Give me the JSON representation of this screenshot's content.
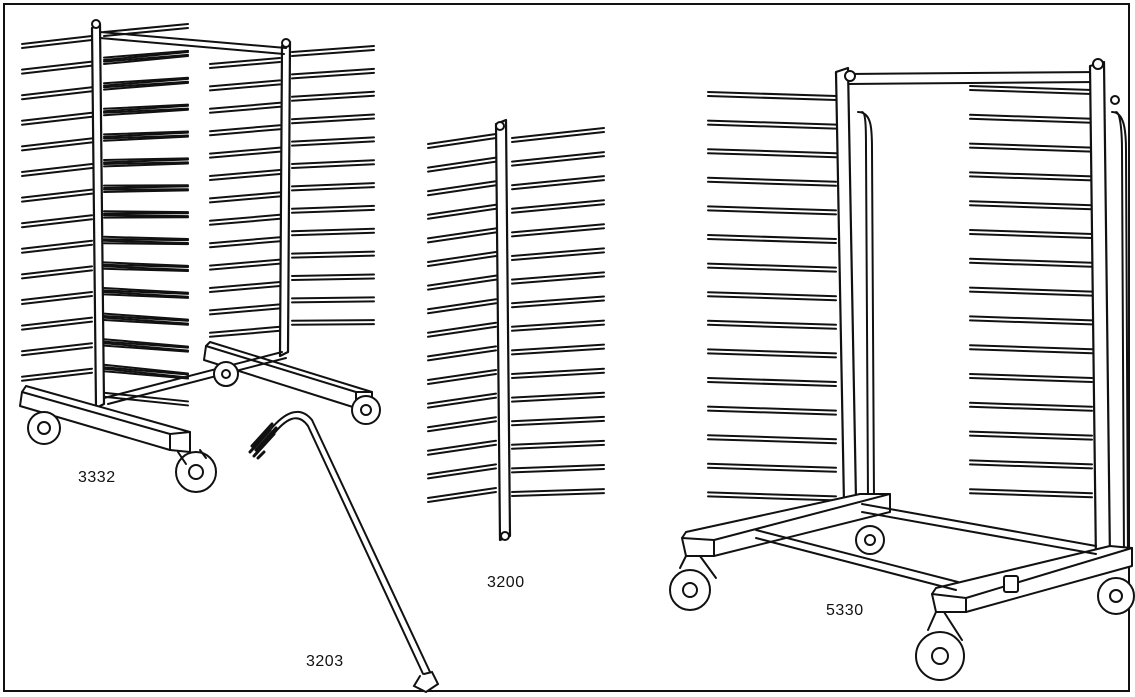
{
  "labels": {
    "rack_3332": "3332",
    "rack_3200": "3200",
    "tool_3203": "3203",
    "trolley_5330": "5330"
  },
  "colors": {
    "line": "#111111",
    "fill": "#ffffff"
  }
}
